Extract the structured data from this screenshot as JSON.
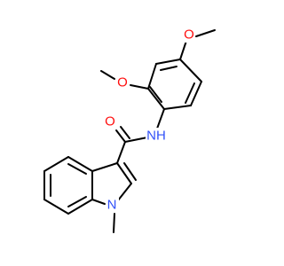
{
  "molecule": {
    "colors": {
      "bond": "#000000",
      "oxygen": "#ff0d0d",
      "nitrogen": "#3050f8",
      "background": "#ffffff"
    },
    "atoms": {
      "o_top": "O",
      "o_methoxy": "O",
      "o_carbonyl": "O",
      "nh": "NH",
      "n_indole": "N"
    }
  }
}
